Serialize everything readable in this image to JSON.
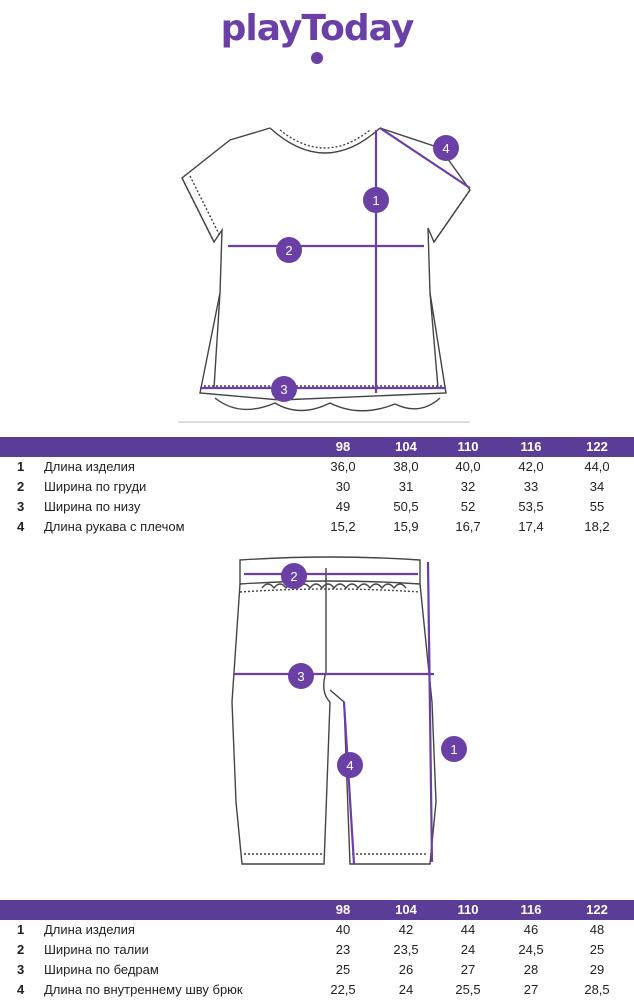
{
  "brand": {
    "logo": "playToday"
  },
  "colors": {
    "accent": "#5b3d98",
    "measure_line": "#6a3fa6",
    "sketch": "#444444"
  },
  "shirt": {
    "markers": [
      "1",
      "2",
      "3",
      "4"
    ],
    "table": {
      "sizes": [
        "98",
        "104",
        "110",
        "116",
        "122"
      ],
      "rows": [
        {
          "num": "1",
          "label": "Длина изделия",
          "values": [
            "36,0",
            "38,0",
            "40,0",
            "42,0",
            "44,0"
          ]
        },
        {
          "num": "2",
          "label": "Ширина по груди",
          "values": [
            "30",
            "31",
            "32",
            "33",
            "34"
          ]
        },
        {
          "num": "3",
          "label": "Ширина по низу",
          "values": [
            "49",
            "50,5",
            "52",
            "53,5",
            "55"
          ]
        },
        {
          "num": "4",
          "label": "Длина рукава с плечом",
          "values": [
            "15,2",
            "15,9",
            "16,7",
            "17,4",
            "18,2"
          ]
        }
      ]
    }
  },
  "shorts": {
    "markers": [
      "1",
      "2",
      "3",
      "4"
    ],
    "table": {
      "sizes": [
        "98",
        "104",
        "110",
        "116",
        "122"
      ],
      "rows": [
        {
          "num": "1",
          "label": "Длина изделия",
          "values": [
            "40",
            "42",
            "44",
            "46",
            "48"
          ]
        },
        {
          "num": "2",
          "label": "Ширина по талии",
          "values": [
            "23",
            "23,5",
            "24",
            "24,5",
            "25"
          ]
        },
        {
          "num": "3",
          "label": "Ширина по бедрам",
          "values": [
            "25",
            "26",
            "27",
            "28",
            "29"
          ]
        },
        {
          "num": "4",
          "label": "Длина по внутреннему шву брюк",
          "values": [
            "22,5",
            "24",
            "25,5",
            "27",
            "28,5"
          ]
        }
      ]
    }
  }
}
